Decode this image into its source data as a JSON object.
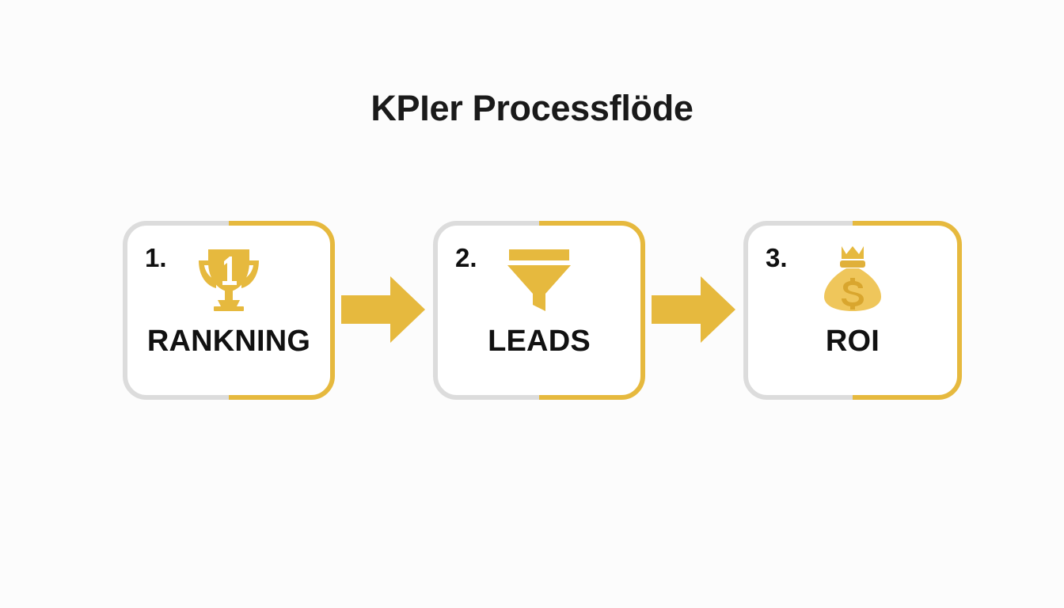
{
  "page": {
    "title": "KPIer Processflöde",
    "background_color": "#fcfcfc"
  },
  "theme": {
    "gold": "#e6b93e",
    "gold_light": "#efc65b",
    "gold_dark": "#d9a62e",
    "gray_border": "#dcdcdc",
    "text": "#111111",
    "card_fill": "#ffffff"
  },
  "flow": {
    "steps": [
      {
        "number": "1.",
        "label": "RANKNING",
        "icon": "trophy-icon",
        "icon_badge": "1",
        "border_left_color": "#dcdcdc",
        "border_right_color": "#e6b93e"
      },
      {
        "number": "2.",
        "label": "LEADS",
        "icon": "funnel-icon",
        "icon_badge": "",
        "border_left_color": "#dcdcdc",
        "border_right_color": "#e6b93e"
      },
      {
        "number": "3.",
        "label": "ROI",
        "icon": "money-bag-icon",
        "icon_badge": "$",
        "border_left_color": "#dcdcdc",
        "border_right_color": "#e6b93e"
      }
    ],
    "arrows": [
      {
        "name": "arrow-right-icon",
        "color": "#e6b93e"
      },
      {
        "name": "arrow-right-icon",
        "color": "#e6b93e"
      }
    ]
  }
}
